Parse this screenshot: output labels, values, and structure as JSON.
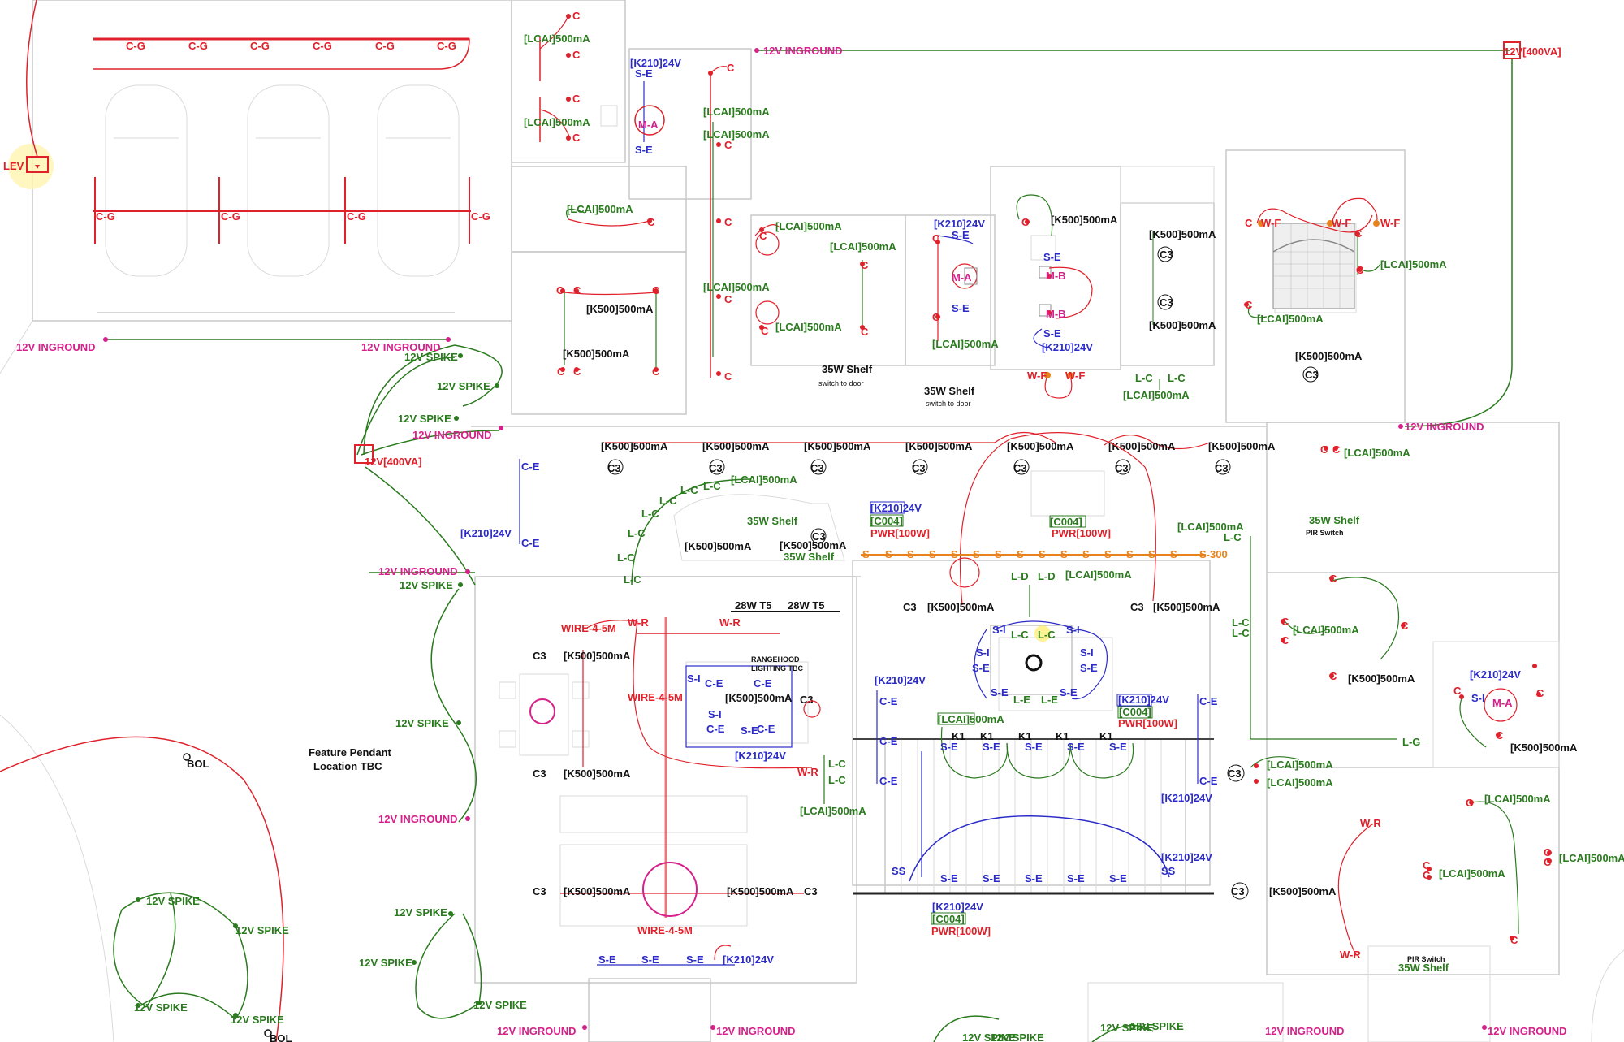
{
  "colors": {
    "red": "#e0202a",
    "green": "#2a7a1e",
    "blue": "#2b2bc8",
    "magenta": "#d6208a",
    "orange": "#e8821c",
    "black": "#111111",
    "wall": "#c9c9c9"
  },
  "labels": {
    "cg": "C-G",
    "lev": "LEV",
    "ingr": "12V INGROUND",
    "spike": "12V SPIKE",
    "va": "12V[400VA]",
    "lcai": "[LCAI]500mA",
    "k500": "[K500]500mA",
    "k210": "[K210]24V",
    "c": "C",
    "c3": "C3",
    "se": "S-E",
    "si": "S-I",
    "ce": "C-E",
    "lc": "L-C",
    "ld": "L-D",
    "le": "L-E",
    "lg": "L-G",
    "wf": "W-F",
    "wr": "W-R",
    "ma": "M-A",
    "mb": "M-B",
    "k1": "K1",
    "ss": "SS",
    "s": "S",
    "s300": "S-300",
    "c004": "[C004]",
    "pwr": "PWR[100W]",
    "wire": "WIRE-4-5M",
    "bol": "BOL",
    "shelf": "35W Shelf",
    "switchdoor": "switch to door",
    "pir": "PIR Switch",
    "pendant1": "Feature Pendant",
    "pendant2": "Location TBC",
    "rangehood1": "RANGEHOOD",
    "rangehood2": "LIGHTING TBC",
    "t5": "28W T5"
  }
}
